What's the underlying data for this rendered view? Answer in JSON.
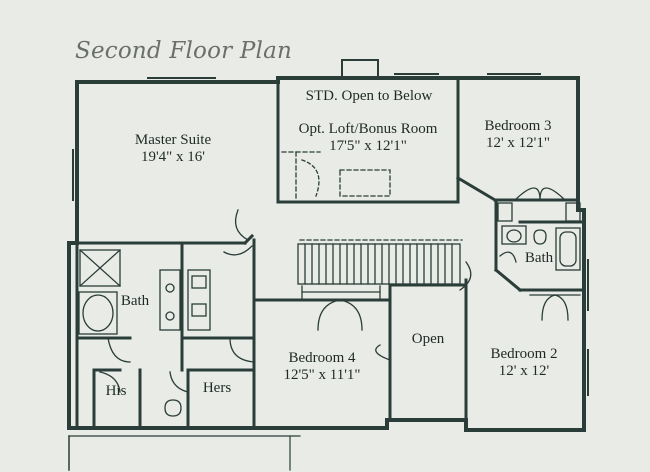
{
  "title": "Second Floor Plan",
  "colors": {
    "wall": "#2a3d38",
    "paper": "#e9ebe7",
    "ink": "#1f2a26",
    "title": "#6b6f6a"
  },
  "rooms": {
    "master_suite": {
      "name": "Master Suite",
      "size": "19'4\" x 16'"
    },
    "loft_std": {
      "name": "STD. Open to Below"
    },
    "loft_opt": {
      "name": "Opt. Loft/Bonus Room",
      "size": "17'5\" x 12'1\""
    },
    "bedroom3": {
      "name": "Bedroom 3",
      "size": "12' x 12'1\""
    },
    "master_bath": {
      "name": "Bath"
    },
    "bath2": {
      "name": "Bath"
    },
    "bedroom4": {
      "name": "Bedroom 4",
      "size": "12'5\" x 11'1\""
    },
    "open": {
      "name": "Open"
    },
    "bedroom2": {
      "name": "Bedroom 2",
      "size": "12' x 12'"
    },
    "his": {
      "name": "His"
    },
    "hers": {
      "name": "Hers"
    }
  }
}
